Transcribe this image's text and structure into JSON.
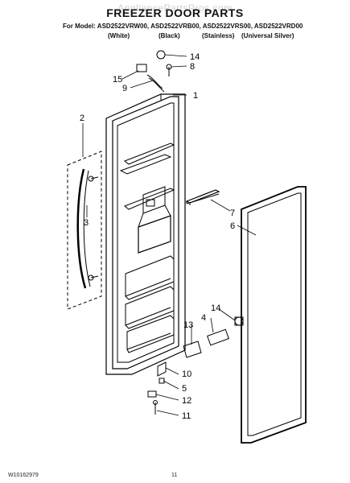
{
  "watermark": "AppliancePartsPros.com",
  "title": "FREEZER DOOR PARTS",
  "models_line": "For Model: ASD2522VRW00, ASD2522VRB00, ASD2522VRS00, ASD2522VRD00",
  "colors": [
    "(White)",
    "(Black)",
    "(Stainless)",
    "(Universal Silver)"
  ],
  "callouts": {
    "c14a": "14",
    "c8": "8",
    "c15": "15",
    "c9": "9",
    "c1": "1",
    "c2": "2",
    "c3": "3",
    "c7": "7",
    "c6": "6",
    "c14b": "14",
    "c4": "4",
    "c13": "13",
    "c10": "10",
    "c5": "5",
    "c12": "12",
    "c11": "11"
  },
  "footer": {
    "doc_number": "W10162979",
    "page_number": "11"
  }
}
